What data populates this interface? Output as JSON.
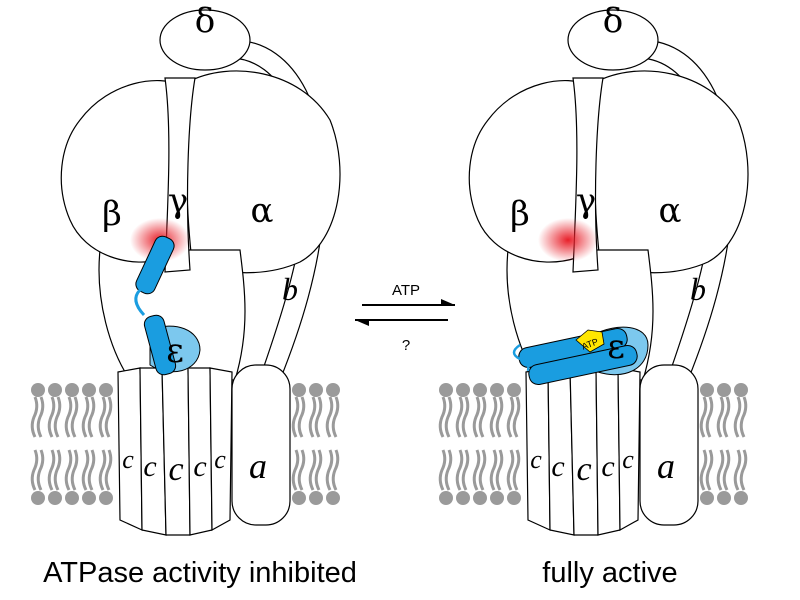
{
  "colors": {
    "epsilon_helix": "#1a9de0",
    "epsilon_domain": "#7cc8ee",
    "atp_tag": "#ffe600",
    "lipid": "#9a9a9a",
    "hotspot": "#e8202a"
  },
  "left": {
    "labels": {
      "delta": "δ",
      "beta": "β",
      "gamma": "γ",
      "alpha": "α",
      "b": "b",
      "epsilon": "ε",
      "c": [
        "c",
        "c",
        "c",
        "c",
        "c"
      ],
      "a": "a"
    },
    "caption": "ATPase activity inhibited"
  },
  "right": {
    "labels": {
      "delta": "δ",
      "beta": "β",
      "gamma": "γ",
      "alpha": "α",
      "b": "b",
      "epsilon": "ε",
      "c": [
        "c",
        "c",
        "c",
        "c",
        "c"
      ],
      "a": "a",
      "atp_tag": "ATP"
    },
    "caption": "fully active"
  },
  "equilibrium": {
    "forward_label": "ATP",
    "reverse_label": "?"
  }
}
